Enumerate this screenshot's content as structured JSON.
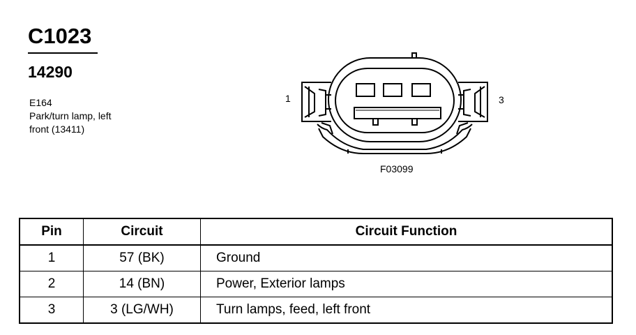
{
  "connector": {
    "id": "C1023",
    "part_number": "14290",
    "description_lines": [
      "E164",
      "Park/turn lamp, left",
      "front (13411)"
    ],
    "pin_label_left": "1",
    "pin_label_right": "3",
    "figure_code": "F03099"
  },
  "table": {
    "headers": {
      "pin": "Pin",
      "circuit": "Circuit",
      "function": "Circuit Function"
    },
    "rows": [
      {
        "pin": "1",
        "circuit": "57 (BK)",
        "function": "Ground"
      },
      {
        "pin": "2",
        "circuit": "14 (BN)",
        "function": "Power, Exterior lamps"
      },
      {
        "pin": "3",
        "circuit": "3 (LG/WH)",
        "function": "Turn lamps, feed, left front"
      }
    ]
  }
}
